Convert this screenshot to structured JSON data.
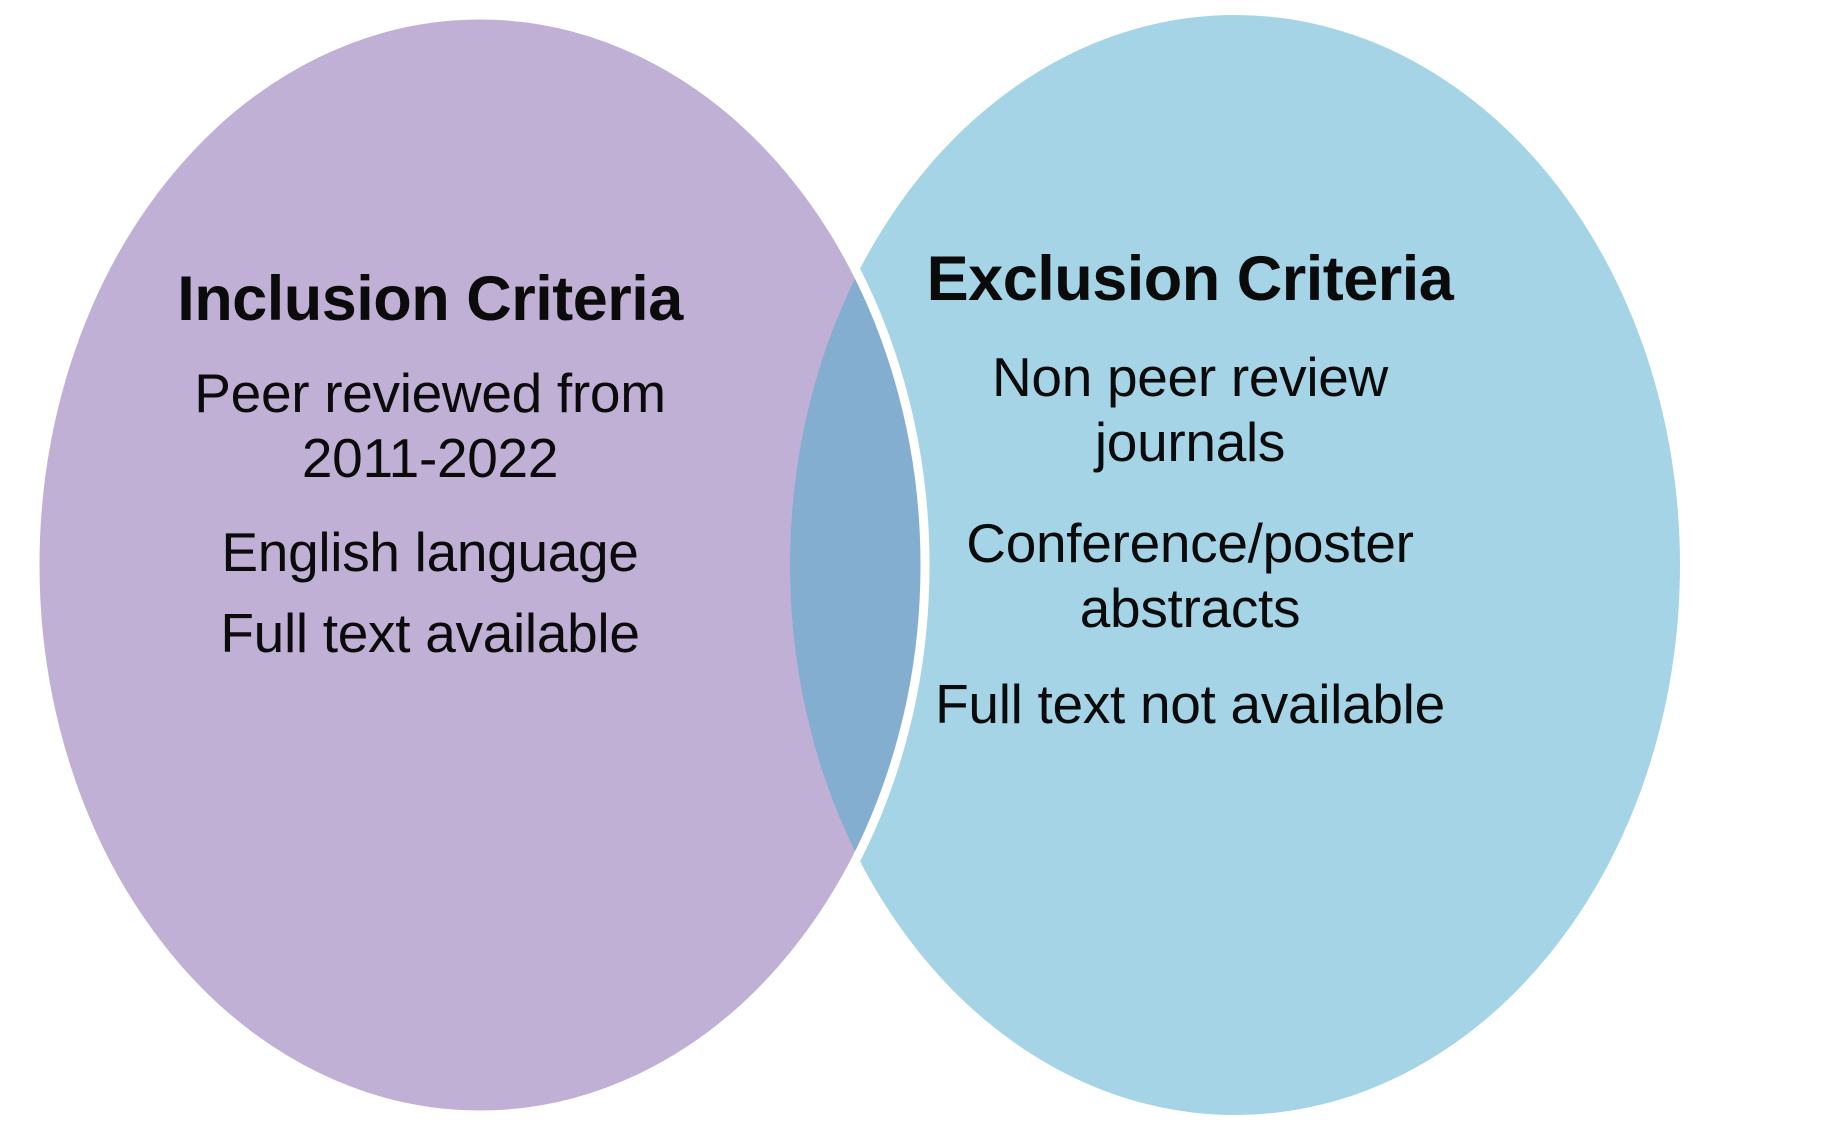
{
  "diagram": {
    "type": "venn",
    "kind": "two-set-overlapping-ellipses",
    "background_color": "#ffffff",
    "divider_color": "#ffffff"
  },
  "left_set": {
    "name": "inclusion-criteria",
    "title": "Inclusion Criteria",
    "fill_color": "#c0b0d6",
    "items": [
      {
        "line1": "Peer reviewed  from",
        "line2": "2011-2022"
      },
      {
        "line1": "English  language",
        "line2": ""
      },
      {
        "line1": "Full text available",
        "line2": ""
      }
    ]
  },
  "right_set": {
    "name": "exclusion-criteria",
    "title": "Exclusion Criteria",
    "fill_color": "#a4d4e6",
    "items": [
      {
        "line1": "Non peer review",
        "line2": "journals"
      },
      {
        "line1": "Conference/poster",
        "line2": "abstracts"
      },
      {
        "line1": "Full text not available",
        "line2": ""
      }
    ]
  },
  "intersection": {
    "name": "overlap-region",
    "label": "",
    "fill_color": "#84aed0"
  }
}
